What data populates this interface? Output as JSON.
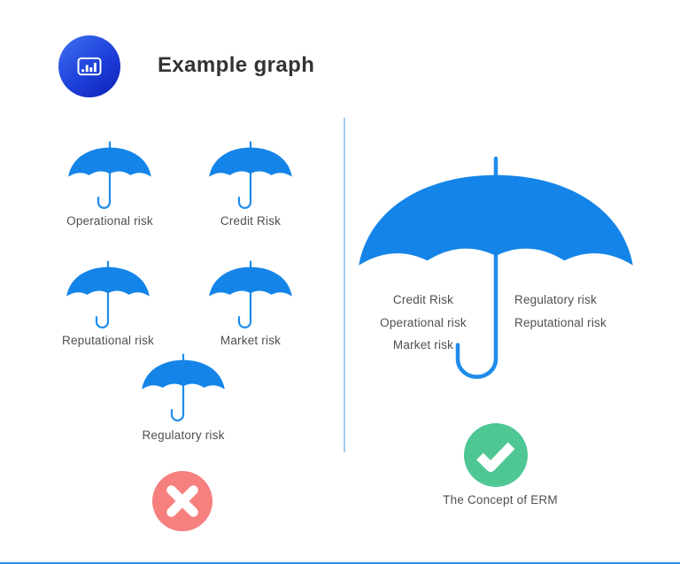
{
  "header": {
    "title": "Example graph",
    "icon": "bar-chart-icon"
  },
  "left_panel": {
    "umbrella_items": [
      {
        "label": "Operational risk"
      },
      {
        "label": "Credit Risk"
      },
      {
        "label": "Reputational risk"
      },
      {
        "label": "Market risk"
      },
      {
        "label": "Regulatory risk"
      }
    ],
    "verdict_icon": "cross-icon"
  },
  "right_panel": {
    "covered_risks_left": [
      "Credit Risk",
      "Operational risk",
      "Market risk"
    ],
    "covered_risks_right": [
      "Regulatory risk",
      "Reputational risk"
    ],
    "caption": "The Concept of ERM",
    "verdict_icon": "check-icon"
  },
  "colors": {
    "umbrella_fill": "#1484E8",
    "umbrella_stroke": "#1E8CEA",
    "icon_gradient_start": "#3E71F2",
    "icon_gradient_end": "#0C1FB5",
    "divider": "#A5CDF2",
    "cross_bg": "#F5807E",
    "check_bg": "#4EC795",
    "title_text": "#333333",
    "label_text": "#4F4F4F",
    "bottom_line": "#2F8FE8"
  }
}
